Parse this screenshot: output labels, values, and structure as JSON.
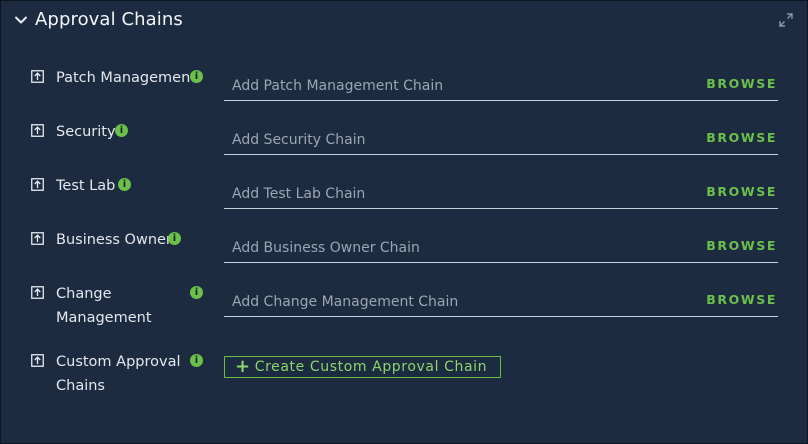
{
  "panel": {
    "title": "Approval Chains",
    "icons": {
      "collapse": "chevron-down-icon",
      "expand": "expand-arrows-icon",
      "upload": "upload-icon",
      "info": "info-icon"
    },
    "colors": {
      "background": "#1c2b40",
      "accent": "#6cc04a",
      "underline": "#c9d2dc"
    }
  },
  "rows": [
    {
      "label": "Patch Management",
      "placeholder": "Add Patch Management Chain",
      "browse": "BROWSE"
    },
    {
      "label": "Security",
      "placeholder": "Add Security Chain",
      "browse": "BROWSE"
    },
    {
      "label": "Test Lab",
      "placeholder": "Add Test Lab Chain",
      "browse": "BROWSE"
    },
    {
      "label": "Business Owner",
      "placeholder": "Add Business Owner Chain",
      "browse": "BROWSE"
    },
    {
      "label_line1": "Change",
      "label_line2": "Management",
      "placeholder": "Add Change Management Chain",
      "browse": "BROWSE"
    }
  ],
  "custom": {
    "label_line1": "Custom Approval",
    "label_line2": "Chains",
    "button_label": "Create Custom Approval Chain"
  }
}
